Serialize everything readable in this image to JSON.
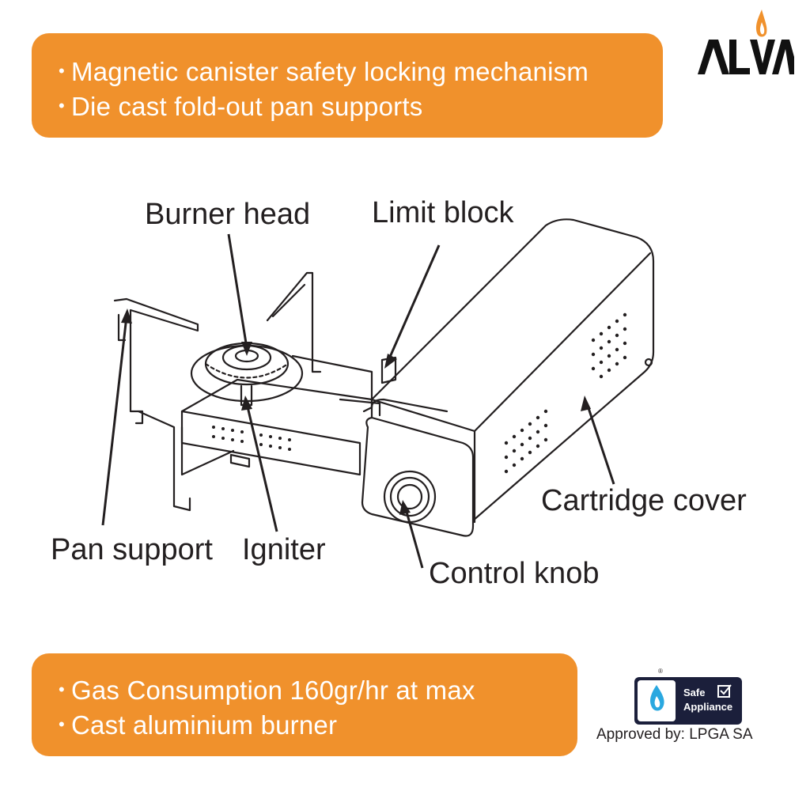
{
  "brand": {
    "logo_text": "ALVA",
    "accent": "#f0912c"
  },
  "top_banner": {
    "bullets": [
      "Magnetic canister safety locking mechanism",
      "Die cast fold-out pan supports"
    ]
  },
  "bottom_banner": {
    "bullets": [
      "Gas Consumption 160gr/hr at max",
      "Cast aluminium burner"
    ]
  },
  "labels": {
    "burner_head": "Burner head",
    "limit_block": "Limit block",
    "cartridge_cover": "Cartridge cover",
    "pan_support": "Pan support",
    "igniter": "Igniter",
    "control_knob": "Control knob"
  },
  "certification": {
    "badge_line1": "Safe",
    "badge_line2": "Appliance",
    "approved_text": "Approved by: LPGA SA"
  }
}
